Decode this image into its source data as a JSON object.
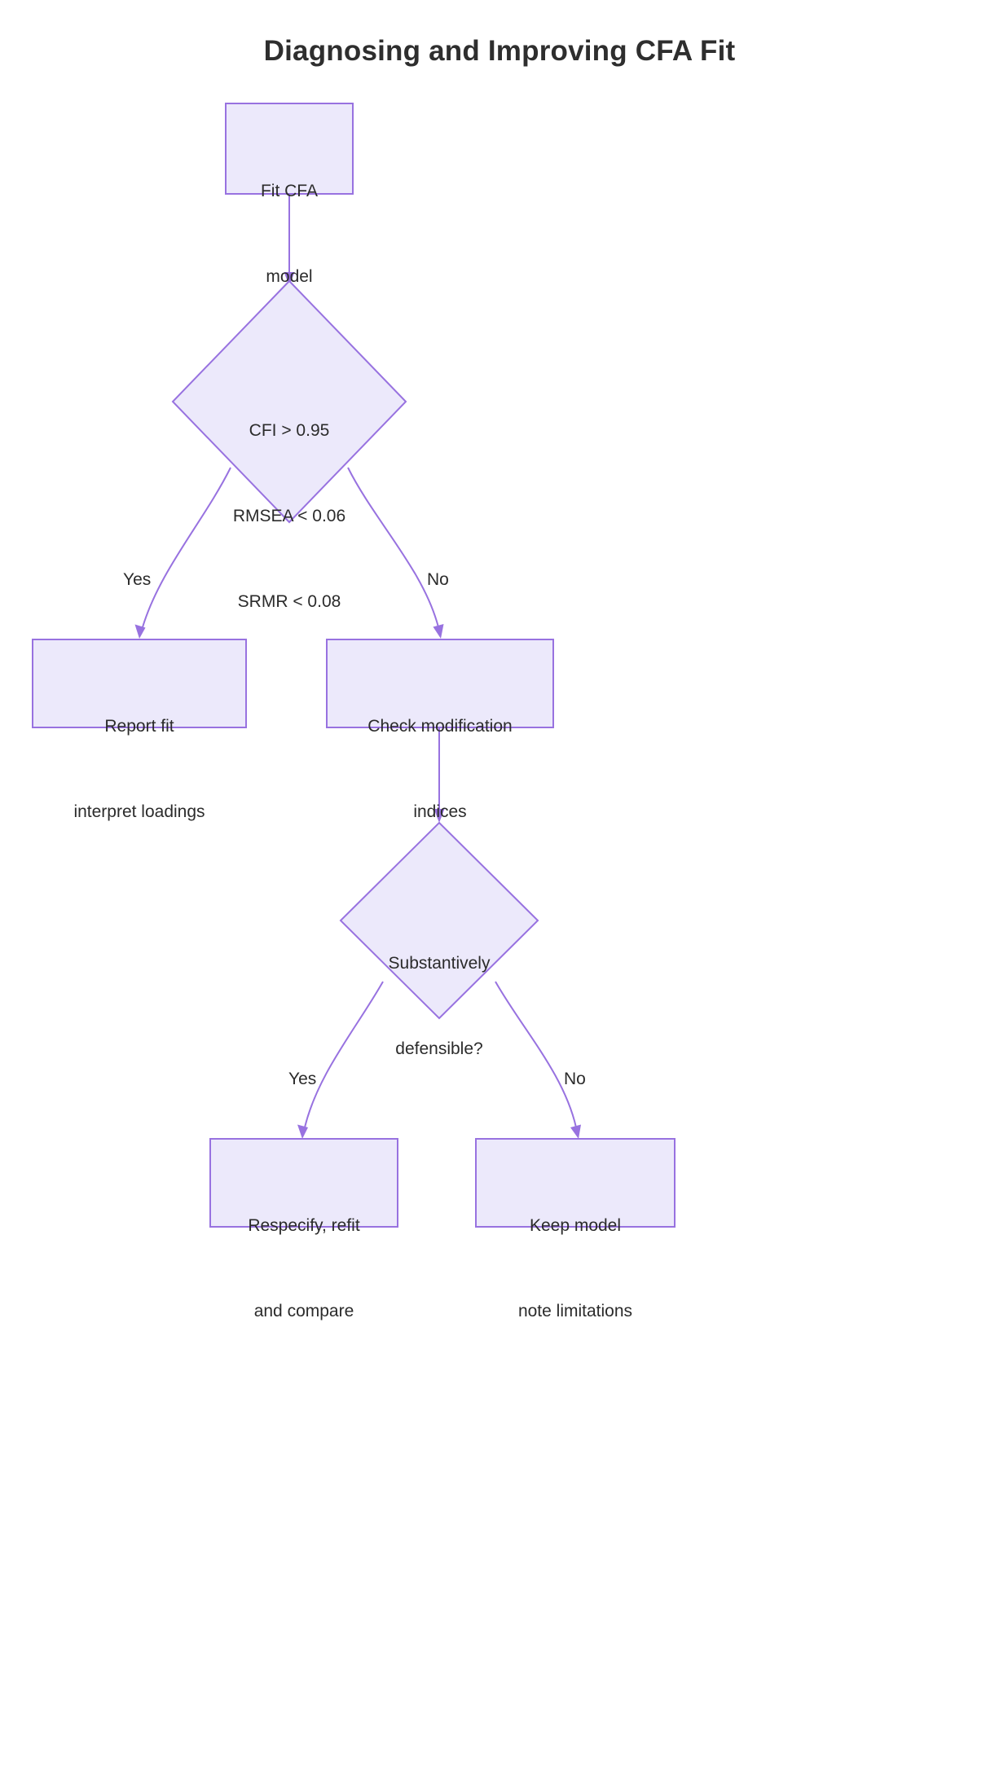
{
  "diagram": {
    "title": "Diagnosing and Improving CFA Fit",
    "type": "flowchart",
    "direction": "top-down",
    "colors": {
      "node_fill": "#ece9fb",
      "node_border": "#9872e0",
      "edge_stroke": "#9872e0",
      "text": "#2b2b2b",
      "title_text": "#2e2e2e",
      "background": "#ffffff"
    },
    "nodes": [
      {
        "id": "fit-cfa-model",
        "shape": "rectangle",
        "lines": [
          "Fit CFA",
          "model"
        ],
        "line1": "Fit CFA",
        "line2": "model"
      },
      {
        "id": "fit-criteria",
        "shape": "diamond",
        "lines": [
          "CFI > 0.95",
          "RMSEA < 0.06",
          "SRMR < 0.08"
        ],
        "line1": "CFI > 0.95",
        "line2": "RMSEA < 0.06",
        "line3": "SRMR < 0.08"
      },
      {
        "id": "report-fit",
        "shape": "rectangle",
        "lines": [
          "Report fit",
          "interpret loadings"
        ],
        "line1": "Report fit",
        "line2": "interpret loadings"
      },
      {
        "id": "check-modification-indices",
        "shape": "rectangle",
        "lines": [
          "Check modification",
          "indices"
        ],
        "line1": "Check modification",
        "line2": "indices"
      },
      {
        "id": "substantively-defensible",
        "shape": "diamond",
        "lines": [
          "Substantively",
          "defensible?"
        ],
        "line1": "Substantively",
        "line2": "defensible?"
      },
      {
        "id": "respecify-refit",
        "shape": "rectangle",
        "lines": [
          "Respecify, refit",
          "and compare"
        ],
        "line1": "Respecify, refit",
        "line2": "and compare"
      },
      {
        "id": "keep-model",
        "shape": "rectangle",
        "lines": [
          "Keep model",
          "note limitations"
        ],
        "line1": "Keep model",
        "line2": "note limitations"
      }
    ],
    "edges": [
      {
        "id": "e1",
        "from": "fit-cfa-model",
        "to": "fit-criteria",
        "label": ""
      },
      {
        "id": "e2",
        "from": "fit-criteria",
        "to": "report-fit",
        "label": "Yes"
      },
      {
        "id": "e3",
        "from": "fit-criteria",
        "to": "check-modification-indices",
        "label": "No"
      },
      {
        "id": "e4",
        "from": "check-modification-indices",
        "to": "substantively-defensible",
        "label": ""
      },
      {
        "id": "e5",
        "from": "substantively-defensible",
        "to": "respecify-refit",
        "label": "Yes"
      },
      {
        "id": "e6",
        "from": "substantively-defensible",
        "to": "keep-model",
        "label": "No"
      }
    ]
  }
}
